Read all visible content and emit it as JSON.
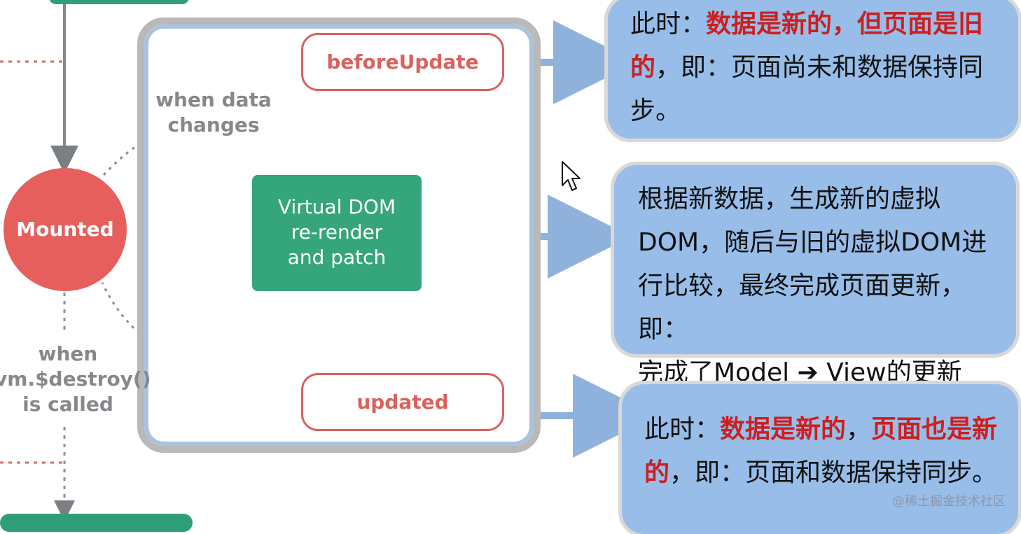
{
  "diagram": {
    "nodes": {
      "mounted": "Mounted",
      "before_update": "beforeUpdate",
      "updated": "updated",
      "virtual_dom": {
        "line1": "Virtual DOM",
        "line2": "re-render",
        "line3": "and patch"
      }
    },
    "annotations": {
      "data_changes": {
        "line1": "when data",
        "line2": "changes"
      },
      "destroy": {
        "line1": "when",
        "line2": "vm.$destroy()",
        "line3": "is called"
      }
    }
  },
  "notes": {
    "before_update": {
      "prefix": "此时：",
      "highlight1": "数据是新的，但页面是旧",
      "line2_highlight": "的",
      "line2_rest": "，即：页面尚未和数据保持同",
      "line3": "步。"
    },
    "virtual_dom": {
      "line1": "根据新数据，生成新的虚拟",
      "line2": "DOM，随后与旧的虚拟DOM进",
      "line3": "行比较，最终完成页面更新，即：",
      "line4": "完成了Model ➔ View的更新"
    },
    "updated": {
      "prefix": "此时：",
      "highlight1": "数据是新的",
      "comma": "，",
      "highlight2": "页面也是新",
      "line2_highlight": "的",
      "line2_rest": "，即：页面和数据保持同步。"
    }
  },
  "watermark": "@稀土掘金技术社区",
  "colors": {
    "accent_green": "#35a57c",
    "accent_red": "#e65f5c",
    "note_blue": "#97bde8",
    "highlight_red": "#cc1f1f"
  }
}
